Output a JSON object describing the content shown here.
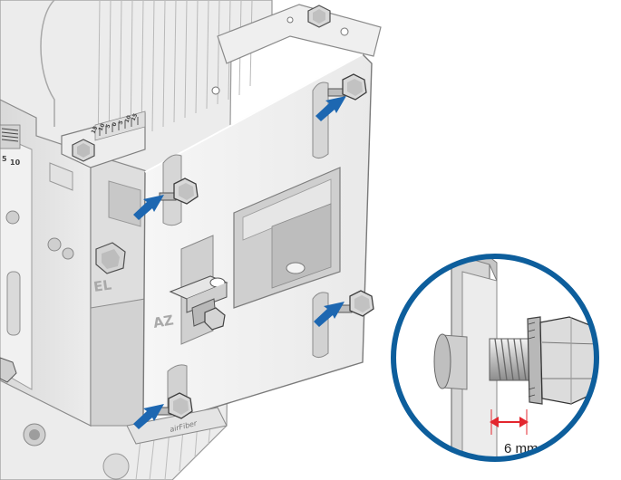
{
  "bracket_labels": {
    "azimuth": "AZ",
    "elevation": "EL"
  },
  "scale_marks": [
    "15",
    "10",
    "5",
    "0",
    "5",
    "10",
    "15"
  ],
  "side_scale_marks": [
    "5",
    "10"
  ],
  "brand_mark": "airFiber",
  "inset": {
    "gap_label": "6 mm",
    "ring_color": "#0d5e9c",
    "dimension_color": "#e3262e"
  },
  "arrow_color": "#1d67b1",
  "icons": [
    "pointer-arrow-icon",
    "hex-bolt-icon",
    "dimension-arrow-icon"
  ]
}
